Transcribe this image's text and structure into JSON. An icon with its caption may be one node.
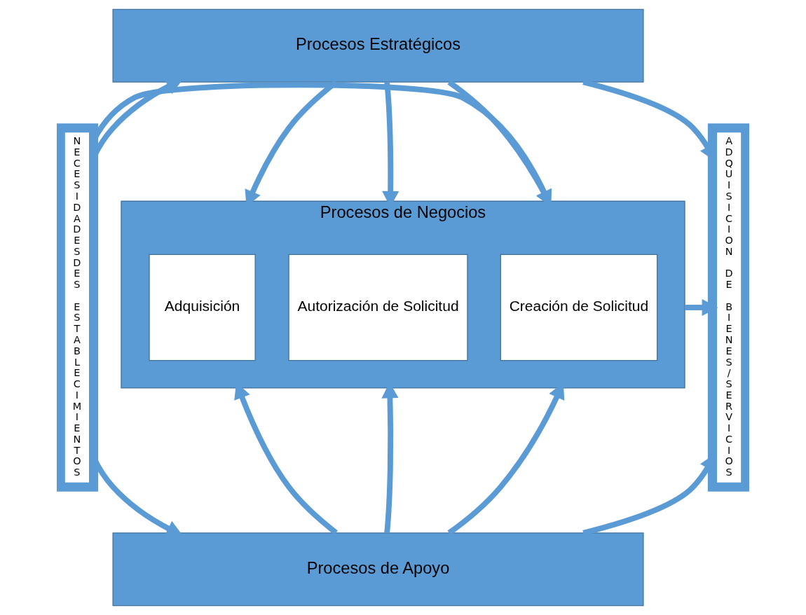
{
  "diagram": {
    "nodes": [
      {
        "text": [
          "NECESIDADESDES ESTABLECIMIENTOS"
        ]
      },
      {
        "text": [
          "Procesos Estratégicos"
        ]
      },
      {
        "text": [
          "Procesos de Negocios"
        ]
      },
      {
        "text": [
          "Creación de Solicitud"
        ],
        "in": 2
      },
      {
        "text": [
          "Autorización de Solicitud"
        ],
        "in": 2
      },
      {
        "text": [
          "Adquisición"
        ],
        "in": 2
      },
      {
        "text": [
          "Procesos de Apoyo"
        ]
      },
      {
        "text": [
          "ADQUISICION DE BIENES/SERVICIOS"
        ]
      }
    ],
    "edges": [
      {
        "from": 0,
        "to": 1,
        "arrow": "to"
      },
      {
        "from": 0,
        "to": 2,
        "arrow": "to"
      },
      {
        "from": 0,
        "to": 6,
        "arrow": "to"
      },
      {
        "from": 1,
        "to": 7,
        "arrow": "to"
      },
      {
        "from": 2,
        "to": 7,
        "arrow": "to"
      },
      {
        "from": 6,
        "to": 7,
        "arrow": "to"
      },
      {
        "from": 1,
        "to": 2,
        "arrow": "to"
      },
      {
        "from": 1,
        "to": 2,
        "arrow": "to"
      },
      {
        "from": 1,
        "to": 2,
        "arrow": "to"
      },
      {
        "from": 6,
        "to": 2,
        "arrow": "to"
      },
      {
        "from": 6,
        "to": 2,
        "arrow": "to"
      },
      {
        "from": 6,
        "to": 2,
        "arrow": "to"
      }
    ]
  }
}
